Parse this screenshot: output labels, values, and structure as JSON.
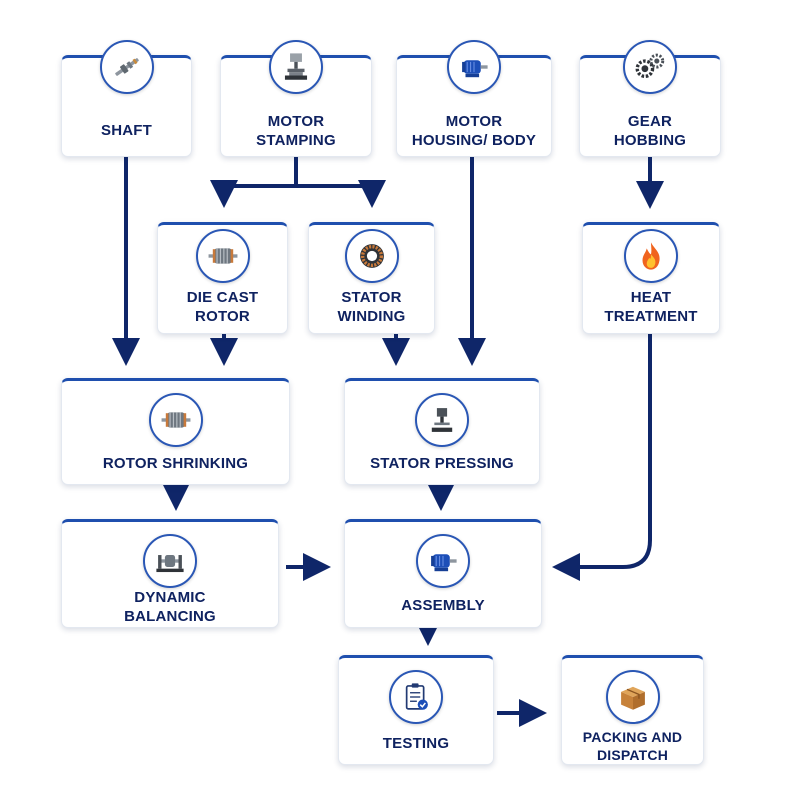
{
  "colors": {
    "arrow": "#0f2669",
    "accent": "#1f4fae",
    "text": "#0f2260"
  },
  "nodes": {
    "shaft": {
      "line1": "SHAFT",
      "line2": "",
      "icon": "shaft-icon"
    },
    "motor_stamping": {
      "line1": "MOTOR",
      "line2": "STAMPING",
      "icon": "press-icon"
    },
    "motor_housing": {
      "line1": "MOTOR",
      "line2": "HOUSING/ BODY",
      "icon": "motor-icon"
    },
    "gear_hobbing": {
      "line1": "GEAR",
      "line2": "HOBBING",
      "icon": "gears-icon"
    },
    "die_cast_rotor": {
      "line1": "DIE CAST",
      "line2": "ROTOR",
      "icon": "rotor-icon"
    },
    "stator_winding": {
      "line1": "STATOR",
      "line2": "WINDING",
      "icon": "stator-coil-icon"
    },
    "heat_treatment": {
      "line1": "HEAT",
      "line2": "TREATMENT",
      "icon": "flame-icon"
    },
    "rotor_shrinking": {
      "line1": "ROTOR SHRINKING",
      "line2": "",
      "icon": "rotor-icon"
    },
    "stator_pressing": {
      "line1": "STATOR PRESSING",
      "line2": "",
      "icon": "press-icon"
    },
    "dynamic_balancing": {
      "line1": "DYNAMIC",
      "line2": "BALANCING",
      "icon": "balancing-machine-icon"
    },
    "assembly": {
      "line1": "ASSEMBLY",
      "line2": "",
      "icon": "motor-icon"
    },
    "testing": {
      "line1": "TESTING",
      "line2": "",
      "icon": "clipboard-check-icon"
    },
    "packing_dispatch": {
      "line1": "PACKING AND",
      "line2": "DISPATCH",
      "icon": "box-icon"
    }
  }
}
